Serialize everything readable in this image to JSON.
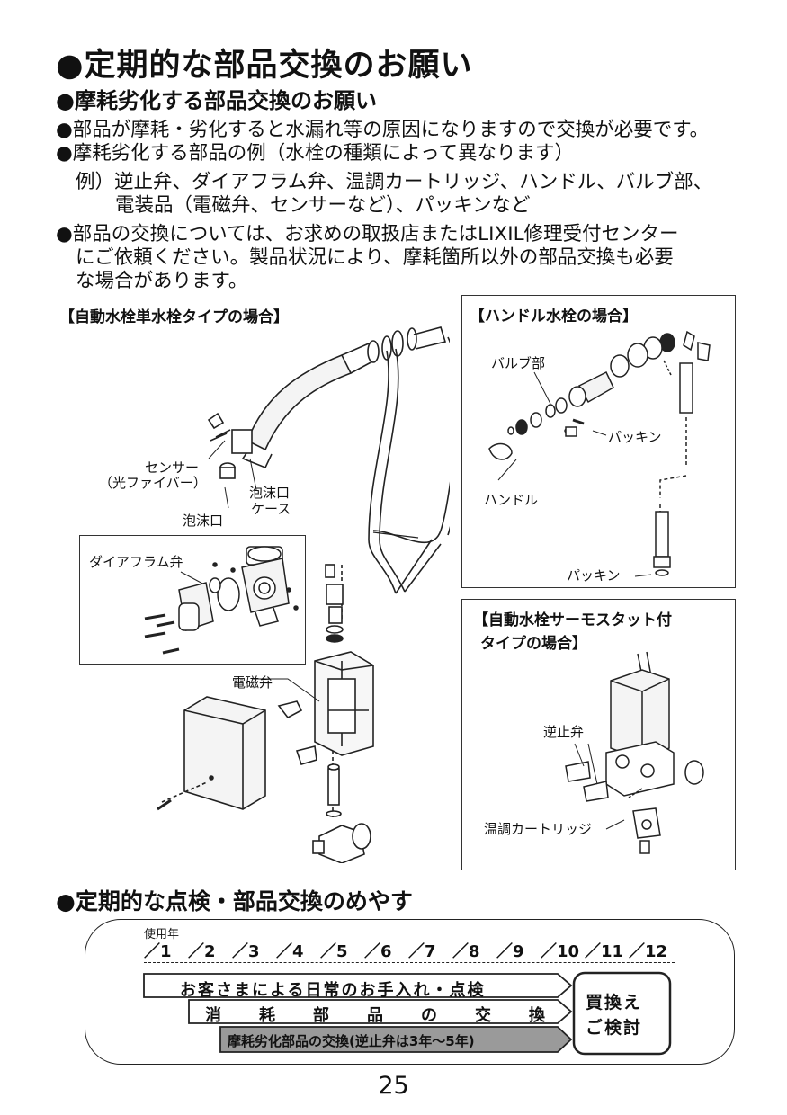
{
  "title": "●定期的な部品交換のお願い",
  "subtitle": "●摩耗劣化する部品交換のお願い",
  "paragraphs": {
    "p1": "●部品が摩耗・劣化すると水漏れ等の原因になりますので交換が必要です。",
    "p2": "●摩耗劣化する部品の例（水栓の種類によって異なります）",
    "ex1": "例）逆止弁、ダイアフラム弁、温調カートリッジ、ハンドル、バルブ部、",
    "ex2": "電装品（電磁弁、センサーなど）、パッキンなど",
    "p3a": "●部品の交換については、お求めの取扱店またはLIXIL修理受付センター",
    "p3b": "にご依頼ください。製品状況により、摩耗箇所以外の部品交換も必要",
    "p3c": "な場合があります。"
  },
  "diagrams": {
    "left": {
      "heading": "【自動水栓単水栓タイプの場合】",
      "sensor_1": "センサー",
      "sensor_2": "（光ファイバー）",
      "aerator_case_1": "泡沫口",
      "aerator_case_2": "ケース",
      "aerator": "泡沫口",
      "diaphragm": "ダイアフラム弁",
      "solenoid": "電磁弁"
    },
    "handle": {
      "heading": "【ハンドル水栓の場合】",
      "valve": "バルブ部",
      "packing1": "パッキン",
      "handle": "ハンドル",
      "packing2": "パッキン"
    },
    "thermo": {
      "heading1": "【自動水栓サーモスタット付",
      "heading2": "タイプの場合】",
      "check_valve": "逆止弁",
      "cartridge": "温調カートリッジ"
    }
  },
  "schedule": {
    "title": "●定期的な点検・部品交換のめやす",
    "years_label": "使用年",
    "years": [
      "1",
      "2",
      "3",
      "4",
      "5",
      "6",
      "7",
      "8",
      "9",
      "10",
      "11",
      "12"
    ],
    "bar1": "お客さまによる日常のお手入れ・点検",
    "bar2": [
      "消",
      "耗",
      "部",
      "品",
      "の",
      "交",
      "換"
    ],
    "bar3": "摩耗劣化部品の交換(逆止弁は3年〜5年)",
    "replace1": "買換え",
    "replace2": "ご検討"
  },
  "page_number": "25"
}
